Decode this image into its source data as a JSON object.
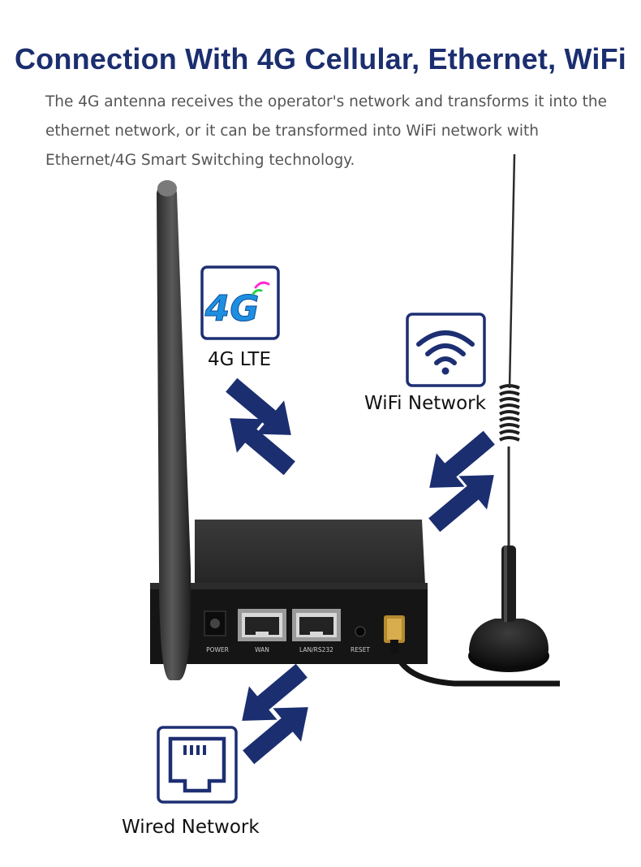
{
  "header": {
    "title": "Connection With 4G Cellular, Ethernet, WiFi",
    "description_lines": [
      "The 4G antenna receives the operator's network and transforms it into the",
      "ethernet network, or it can be transformed into WiFi network with",
      "Ethernet/4G Smart Switching technology."
    ]
  },
  "nodes": {
    "lte": {
      "label": "4G LTE",
      "badge_text": "4G",
      "icon": "4g-icon"
    },
    "wifi": {
      "label": "WiFi Network",
      "icon": "wifi-icon"
    },
    "wired": {
      "label": "Wired Network",
      "icon": "ethernet-port-icon"
    }
  },
  "router": {
    "ports": [
      "POWER",
      "WAN",
      "LAN/RS232",
      "RESET"
    ]
  },
  "colors": {
    "title": "#1b2e6f",
    "arrow": "#1b2e6f",
    "icon_frame": "#1d2f72",
    "badge_blue": "#1e8fe0",
    "router_body": "#1a1a1a"
  }
}
